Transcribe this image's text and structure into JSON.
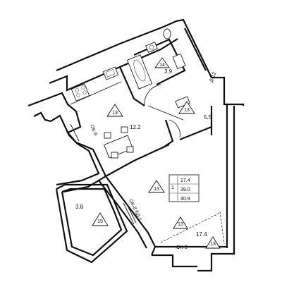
{
  "plan": {
    "rooms": {
      "bathroom": {
        "area": "3.9",
        "marker": "14"
      },
      "kitchen": {
        "area": "12.2",
        "marker": "13"
      },
      "hall": {
        "area": "5.5",
        "marker": "13"
      },
      "living": {
        "area": "17.4",
        "marker": "13",
        "marker_small": "13"
      },
      "loggia": {
        "area": "3.8",
        "marker": "15"
      },
      "balcony_marker": "13"
    },
    "summary": {
      "rooms_count": "1",
      "living_area": "17.4",
      "total_area": "39.0",
      "total_with_loggia": "40.9"
    },
    "openings": {
      "ok9": "ОК-9",
      "ok8_bd1": "ОК-8  БД-1",
      "ok5": "ОК-5",
      "d12": "Д-12"
    },
    "bottom_area_label": "17.4"
  }
}
